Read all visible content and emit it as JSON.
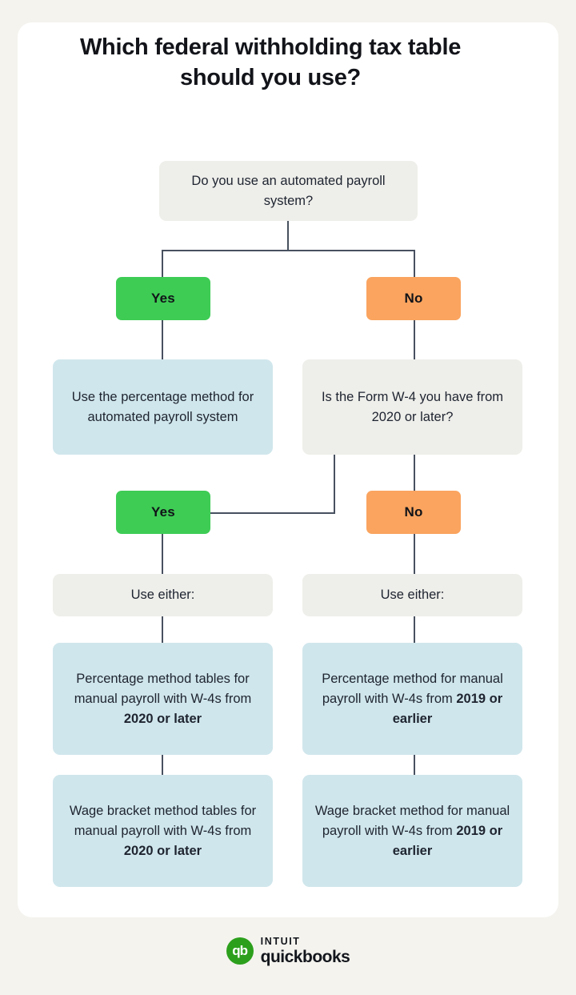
{
  "page": {
    "background": "#f4f3ee",
    "card_background": "#ffffff"
  },
  "title": "Which federal withholding tax table should you use?",
  "colors": {
    "yes_green": "#3ecc55",
    "no_orange": "#faa45f",
    "info_blue": "#cfe6ec",
    "question_grey": "#eeeeea",
    "connector": "#47505f",
    "logo_green": "#2ca01c"
  },
  "flow": {
    "q1": "Do you use an automated payroll system?",
    "yes1": "Yes",
    "no1": "No",
    "result_automated": "Use the percentage method for automated payroll system",
    "q2": "Is the Form W-4 you have from 2020 or later?",
    "yes2": "Yes",
    "no2": "No",
    "use_either_left": "Use either:",
    "use_either_right": "Use either:",
    "left_percentage_lead": "Percentage method tables for manual payroll with W-4s from ",
    "left_percentage_bold": "2020 or later",
    "left_wage_lead": "Wage bracket method tables for manual payroll with W-4s from ",
    "left_wage_bold": "2020 or later",
    "right_percentage_lead": "Percentage method for manual payroll with W-4s from ",
    "right_percentage_bold": "2019 or earlier",
    "right_wage_lead": "Wage bracket method for manual payroll with W-4s from ",
    "right_wage_bold": "2019 or earlier"
  },
  "footer": {
    "logo_mark": "qb",
    "brand_top": "INTUIT",
    "brand_bottom": "quickbooks"
  }
}
